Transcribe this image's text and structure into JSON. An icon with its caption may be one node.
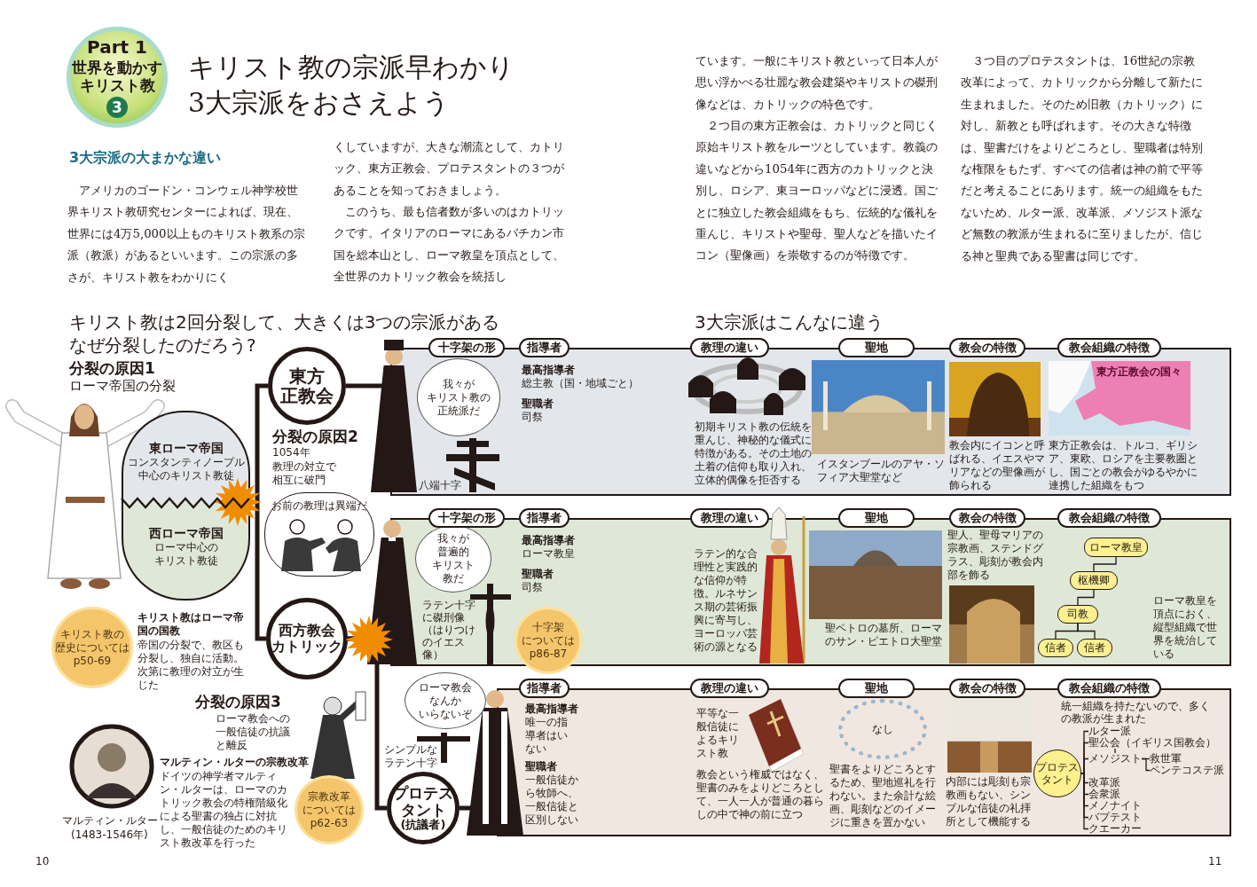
{
  "diagram": {
    "title": "キリスト教の宗派早わかり 3大宗派をおさえよう",
    "nodes": [
      {
        "text": [
          "Part 1",
          "世界を動かすキリスト教",
          "3"
        ]
      },
      {
        "text": [
          "東ローマ帝国",
          "コンスタンティノープル中心のキリスト教徒"
        ]
      },
      {
        "text": [
          "西ローマ帝国",
          "ローマ中心のキリスト教徒"
        ]
      },
      {
        "text": [
          "東方正教会"
        ]
      },
      {
        "text": [
          "お前の教理は異端だ"
        ]
      },
      {
        "text": [
          "西方教会カトリック"
        ]
      },
      {
        "text": [
          "キリスト教の歴史についてはp50-69"
        ]
      },
      {
        "text": [
          "宗教改革についてはp62-63"
        ]
      },
      {
        "text": [
          "プロテスタント",
          "(抗議者)"
        ]
      },
      {
        "text": [],
        "shape": "box"
      },
      {
        "text": [],
        "shape": "box"
      },
      {
        "text": [],
        "shape": "box"
      },
      {
        "text": [
          "十字架の形"
        ]
      },
      {
        "text": [
          "指導者"
        ]
      },
      {
        "text": [
          "教理の違い"
        ]
      },
      {
        "text": [
          "聖地"
        ]
      },
      {
        "text": [
          "教会の特徴"
        ]
      },
      {
        "text": [
          "教会組織の特徴"
        ]
      },
      {
        "text": [
          "十字架の形"
        ]
      },
      {
        "text": [
          "指導者"
        ]
      },
      {
        "text": [
          "教理の違い"
        ]
      },
      {
        "text": [
          "聖地"
        ]
      },
      {
        "text": [
          "教会の特徴"
        ]
      },
      {
        "text": [
          "教会組織の特徴"
        ]
      },
      {
        "text": [
          "指導者"
        ]
      },
      {
        "text": [
          "教理の違い"
        ]
      },
      {
        "text": [
          "聖地"
        ]
      },
      {
        "text": [
          "教会の特徴"
        ]
      },
      {
        "text": [
          "教会組織の特徴"
        ]
      },
      {
        "text": [
          "我々がキリスト教の正統派だ"
        ],
        "in": 9
      },
      {
        "text": [
          "我々が普遍的キリスト教だ"
        ],
        "in": 10
      },
      {
        "text": [
          "ローマ教会なんかいらないぞ"
        ]
      },
      {
        "text": [
          "十字架についてはp86-87"
        ],
        "in": 10
      },
      {
        "text": [
          "ローマ教皇"
        ],
        "in": 10
      },
      {
        "text": [
          "枢機卿"
        ],
        "in": 10
      },
      {
        "text": [
          "司教"
        ],
        "in": 10
      },
      {
        "text": [
          "信者"
        ],
        "in": 10
      },
      {
        "text": [
          "信者"
        ],
        "in": 10
      },
      {
        "text": [
          "なし"
        ],
        "in": 11
      },
      {
        "text": [
          "プロテスタント"
        ],
        "in": 11
      },
      {
        "text": [
          "ルター派"
        ],
        "in": 11
      },
      {
        "text": [
          "聖公会（イギリス国教会）"
        ],
        "in": 11
      },
      {
        "text": [
          "メソジスト"
        ],
        "in": 11
      },
      {
        "text": [
          "救世軍"
        ],
        "in": 11
      },
      {
        "text": [
          "ペンテコステ派"
        ],
        "in": 11
      },
      {
        "text": [
          "改革派"
        ],
        "in": 11
      },
      {
        "text": [
          "会衆派"
        ],
        "in": 11
      },
      {
        "text": [
          "メノナイト"
        ],
        "in": 11
      },
      {
        "text": [
          "バプテスト"
        ],
        "in": 11
      },
      {
        "text": [
          "クエーカー"
        ],
        "in": 11
      }
    ],
    "edges": [
      {
        "from": 3,
        "to": 5,
        "arrow": "none",
        "style": "thick"
      },
      {
        "from": 5,
        "to": 8,
        "arrow": "none",
        "style": "thick"
      },
      {
        "from": 3,
        "to": 9,
        "arrow": "none",
        "style": "thick"
      },
      {
        "from": 5,
        "to": 10,
        "arrow": "none",
        "style": "thick"
      },
      {
        "from": 8,
        "to": 11,
        "arrow": "none",
        "style": "thick"
      },
      {
        "from": 33,
        "to": 34,
        "arrow": "none"
      },
      {
        "from": 34,
        "to": 35,
        "arrow": "none"
      },
      {
        "from": 35,
        "to": 36,
        "arrow": "none"
      },
      {
        "from": 35,
        "to": 37,
        "arrow": "none"
      },
      {
        "from": 39,
        "to": 40,
        "arrow": "none"
      },
      {
        "from": 39,
        "to": 41,
        "arrow": "none"
      },
      {
        "from": 39,
        "to": 42,
        "arrow": "none"
      },
      {
        "from": 39,
        "to": 45,
        "arrow": "none"
      },
      {
        "from": 39,
        "to": 46,
        "arrow": "none"
      },
      {
        "from": 39,
        "to": 47,
        "arrow": "none"
      },
      {
        "from": 39,
        "to": 48,
        "arrow": "none"
      },
      {
        "from": 39,
        "to": 49,
        "arrow": "none"
      },
      {
        "from": 41,
        "to": 42,
        "arrow": "none"
      },
      {
        "from": 42,
        "to": 43,
        "arrow": "none"
      },
      {
        "from": 42,
        "to": 44,
        "arrow": "none"
      }
    ],
    "labels": [
      "3大宗派の大まかな違い",
      "アメリカのゴードン・コンウェル神学校世界キリスト教研究センターによれば、現在、世界には4万5,000以上ものキリスト教系の宗派（教派）があるといいます。この宗派の多さが、キリスト教をわかりにく",
      "くしていますが、大きな潮流として、カトリック、東方正教会、プロテスタントの３つがあることを知っておきましょう。",
      "このうち、最も信者数が多いのはカトリックです。イタリアのローマにあるバチカン市国を総本山とし、ローマ教皇を頂点として、全世界のカトリック教会を統括し",
      "ています。一般にキリスト教といって日本人が思い浮かべる壮麗な教会建築やキリストの磔刑像などは、カトリックの特色です。",
      "２つ目の東方正教会は、カトリックと同じく原始キリスト教をルーツとしています。教義の違いなどから1054年に西方のカトリックと決別し、ロシア、東ヨーロッパなどに浸透。国ごとに独立した教会組織をもち、伝統的な儀礼を重んじ、キリストや聖母、聖人などを描いたイコン（聖像画）を崇敬するのが特徴です。",
      "３つ目のプロテスタントは、16世紀の宗教改革によって、カトリックから分離して新たに生まれました。そのため旧教（カトリック）に対し、新教とも呼ばれます。その大きな特徴は、聖書だけをよりどころとし、聖職者は特別な権限をもたず、すべての信者は神の前で平等だと考えることにあります。統一の組織をもたないため、ルター派、改革派、メソジスト派など無数の教派が生まれるに至りましたが、信じる神と聖典である聖書は同じです。",
      "キリスト教は2回分裂して、大きくは3つの宗派がある",
      "なぜ分裂したのだろう?",
      "3大宗派はこんなに違う",
      "分裂の原因1",
      "ローマ帝国の分裂",
      "分裂の原因2",
      "1054年",
      "教理の対立で相互に破門",
      "キリスト教はローマ帝国の国教",
      "帝国の分裂で、教区も分裂し、独自に活動。次第に教理の対立が生じた",
      "分裂の原因3",
      "ローマ教会への一般信徒の抗議と離反",
      "マルティン・ルターの宗教改革",
      "ドイツの神学者マルティン・ルターは、ローマのカトリック教会の特権階級化による聖書の独占に対抗し、一般信徒のためのキリスト教改革を行った",
      "マルティン・ルター",
      "(1483-1546年)",
      "八端十字",
      "最高指導者",
      "総主教（国・地域ごと）",
      "聖職者",
      "司祭",
      "初期キリスト教の伝統を重んじ、神秘的な儀式に特徴がある。その土地の土着の信仰も取り入れ、立体的偶像を拒否する",
      "イスタンブールのアヤ・ソフィア大聖堂など",
      "教会内にイコンと呼ばれる、イエスやマリアなどの聖像画が飾られる",
      "東方正教会の国々",
      "東方正教会は、トルコ、ギリシア、東欧、ロシアを主要教圏とし、国ごとの教会がゆるやかに連携した組織をもつ",
      "ラテン十字に磔刑像（はりつけのイエス像）",
      "最高指導者",
      "ローマ教皇",
      "聖職者",
      "司祭",
      "ラテン的な合理性と実践的な信仰が特徴。ルネサンス期の芸術振興に寄与し、ヨーロッパ芸術の源となる",
      "聖ペトロの墓所、ローマのサン・ピエトロ大聖堂",
      "聖人、聖母マリアの宗教画、ステンドグラス、彫刻が教会内部を飾る",
      "ローマ教皇を頂点におく、縦型組織で世界を統治している",
      "シンプルなラテン十字",
      "最高指導者",
      "唯一の指導者はいない",
      "聖職者",
      "一般信徒から牧師へ、一般信徒と区別しない",
      "平等な一般信徒によるキリスト教",
      "教会という権威ではなく、聖書のみをよりどころとして、一人一人が普通の暮らしの中で神の前に立つ",
      "聖書をよりどころとするため、聖地巡礼を行わない。また余計な絵画、彫刻などのイメージに重きを置かない",
      "内部には彫刻も宗教画もない、シンプルな信徒の礼拝所として機能する",
      "統一組織を持たないので、多くの教派が生まれた",
      "10",
      "11"
    ]
  }
}
